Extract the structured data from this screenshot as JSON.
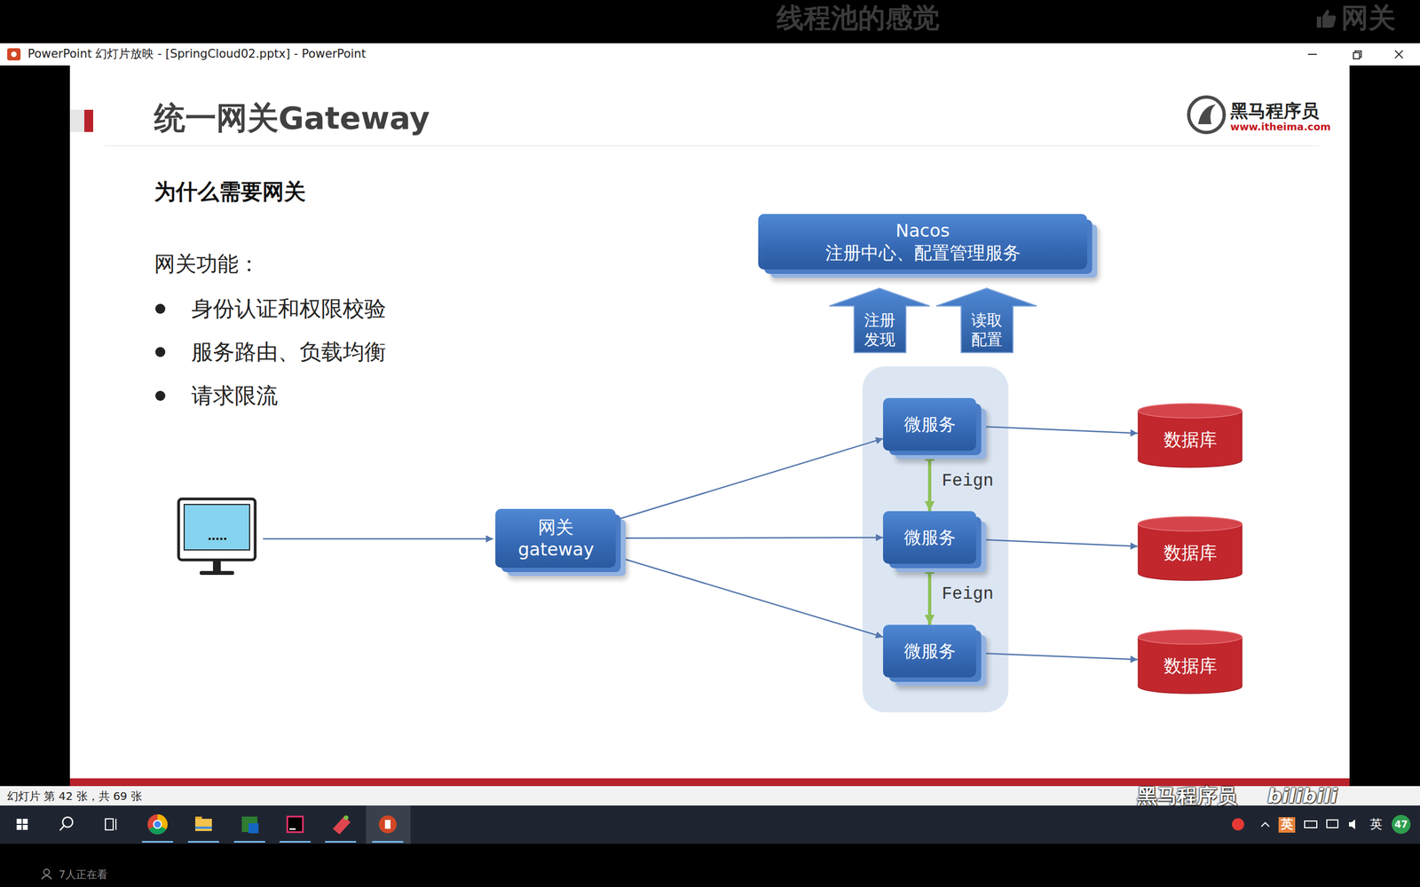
{
  "diagram": {
    "title": "统一网关Gateway",
    "nodes": [
      {
        "text": [
          "Nacos",
          "注册中心、配置管理服务"
        ]
      },
      {
        "text": [
          "注册 发现"
        ]
      },
      {
        "text": [
          "读取 配置"
        ]
      },
      {
        "text": [
          "网关 gateway"
        ]
      },
      {
        "text": [
          "微服务"
        ]
      },
      {
        "text": [
          "微服务"
        ]
      },
      {
        "text": [
          "微服务"
        ]
      },
      {
        "text": [
          "数据库"
        ]
      },
      {
        "text": [
          "数据库"
        ]
      },
      {
        "text": [
          "数据库"
        ]
      }
    ],
    "edges": [
      {
        "from": 3,
        "to": 4,
        "arrow": "to"
      },
      {
        "from": 3,
        "to": 5,
        "arrow": "to"
      },
      {
        "from": 3,
        "to": 6,
        "arrow": "to"
      },
      {
        "from": 4,
        "to": 5,
        "label": "Feign",
        "arrow": "both"
      },
      {
        "from": 5,
        "to": 6,
        "label": "Feign",
        "arrow": "both"
      },
      {
        "from": 4,
        "to": 7,
        "arrow": "to"
      },
      {
        "from": 5,
        "to": 8,
        "arrow": "to"
      },
      {
        "from": 6,
        "to": 9,
        "arrow": "to"
      }
    ],
    "labels": [
      "线程池的感觉",
      "网关",
      "PowerPoint 幻灯片放映 - [SpringCloud02.pptx] - PowerPoint",
      "黑马程序员",
      "www.itheima.com",
      "为什么需要网关",
      "网关功能：",
      "身份认证和权限校验",
      "服务路由、负载均衡",
      "请求限流",
      "幻灯片 第 42 张，共 69 张",
      "黑马程序员",
      "bilibili",
      "英",
      "英",
      "47",
      "7人正在看"
    ]
  }
}
